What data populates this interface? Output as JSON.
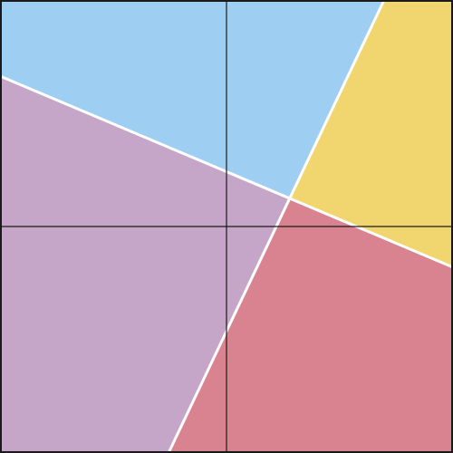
{
  "diagram": {
    "background": "#ffffff",
    "frame_color": "#1a1a1a",
    "axis_color": "#1a1a1a",
    "separator_color": "#ffffff",
    "regions": [
      {
        "name": "region-blue",
        "color": "#9ecff2"
      },
      {
        "name": "region-yellow",
        "color": "#f1d56e"
      },
      {
        "name": "region-purple",
        "color": "#c6a6c8"
      },
      {
        "name": "region-red",
        "color": "#d8838f"
      }
    ]
  }
}
